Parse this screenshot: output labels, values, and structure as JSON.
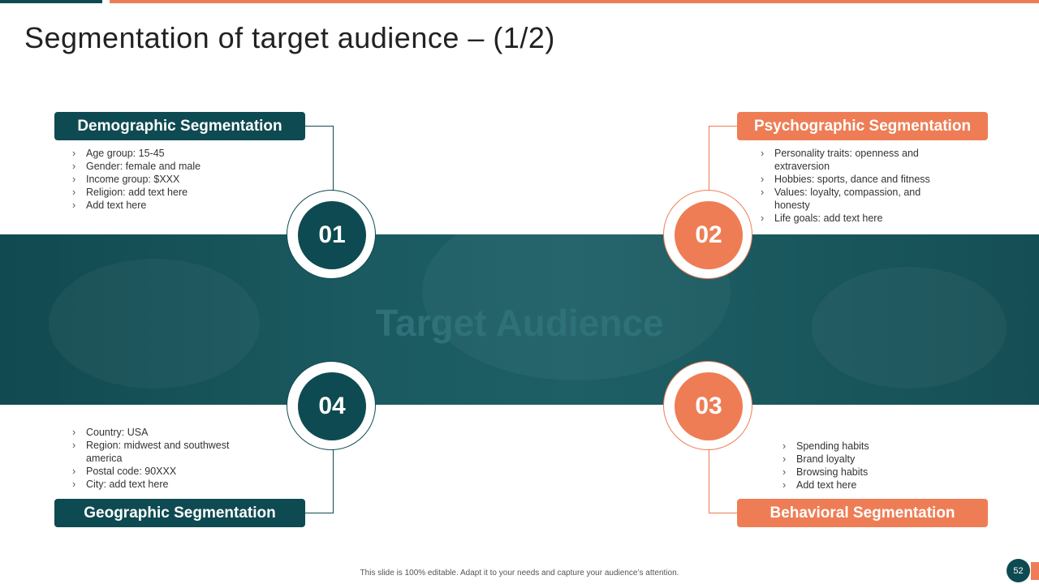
{
  "slide": {
    "title": "Segmentation of target audience – (1/2)",
    "center_label": "Target Audience",
    "footer": "This slide is 100% editable. Adapt it to your needs and capture your audience’s attention.",
    "page_number": "52"
  },
  "colors": {
    "dark_teal": "#0e4a51",
    "orange": "#ee7d55"
  },
  "segments": {
    "demographic": {
      "number": "01",
      "label": "Demographic Segmentation",
      "bullets": [
        "Age group: 15-45",
        "Gender: female and male",
        "Income group: $XXX",
        "Religion: add text here",
        "Add text here"
      ]
    },
    "psychographic": {
      "number": "02",
      "label": "Psychographic Segmentation",
      "bullets": [
        "Personality traits: openness and extraversion",
        "Hobbies: sports, dance and fitness",
        "Values: loyalty, compassion, and honesty",
        "Life goals: add text here"
      ]
    },
    "behavioral": {
      "number": "03",
      "label": "Behavioral Segmentation",
      "bullets": [
        "Spending habits",
        "Brand loyalty",
        "Browsing habits",
        "Add text here"
      ]
    },
    "geographic": {
      "number": "04",
      "label": "Geographic Segmentation",
      "bullets": [
        "Country: USA",
        "Region: midwest and southwest america",
        "Postal code: 90XXX",
        "City: add text here"
      ]
    }
  }
}
